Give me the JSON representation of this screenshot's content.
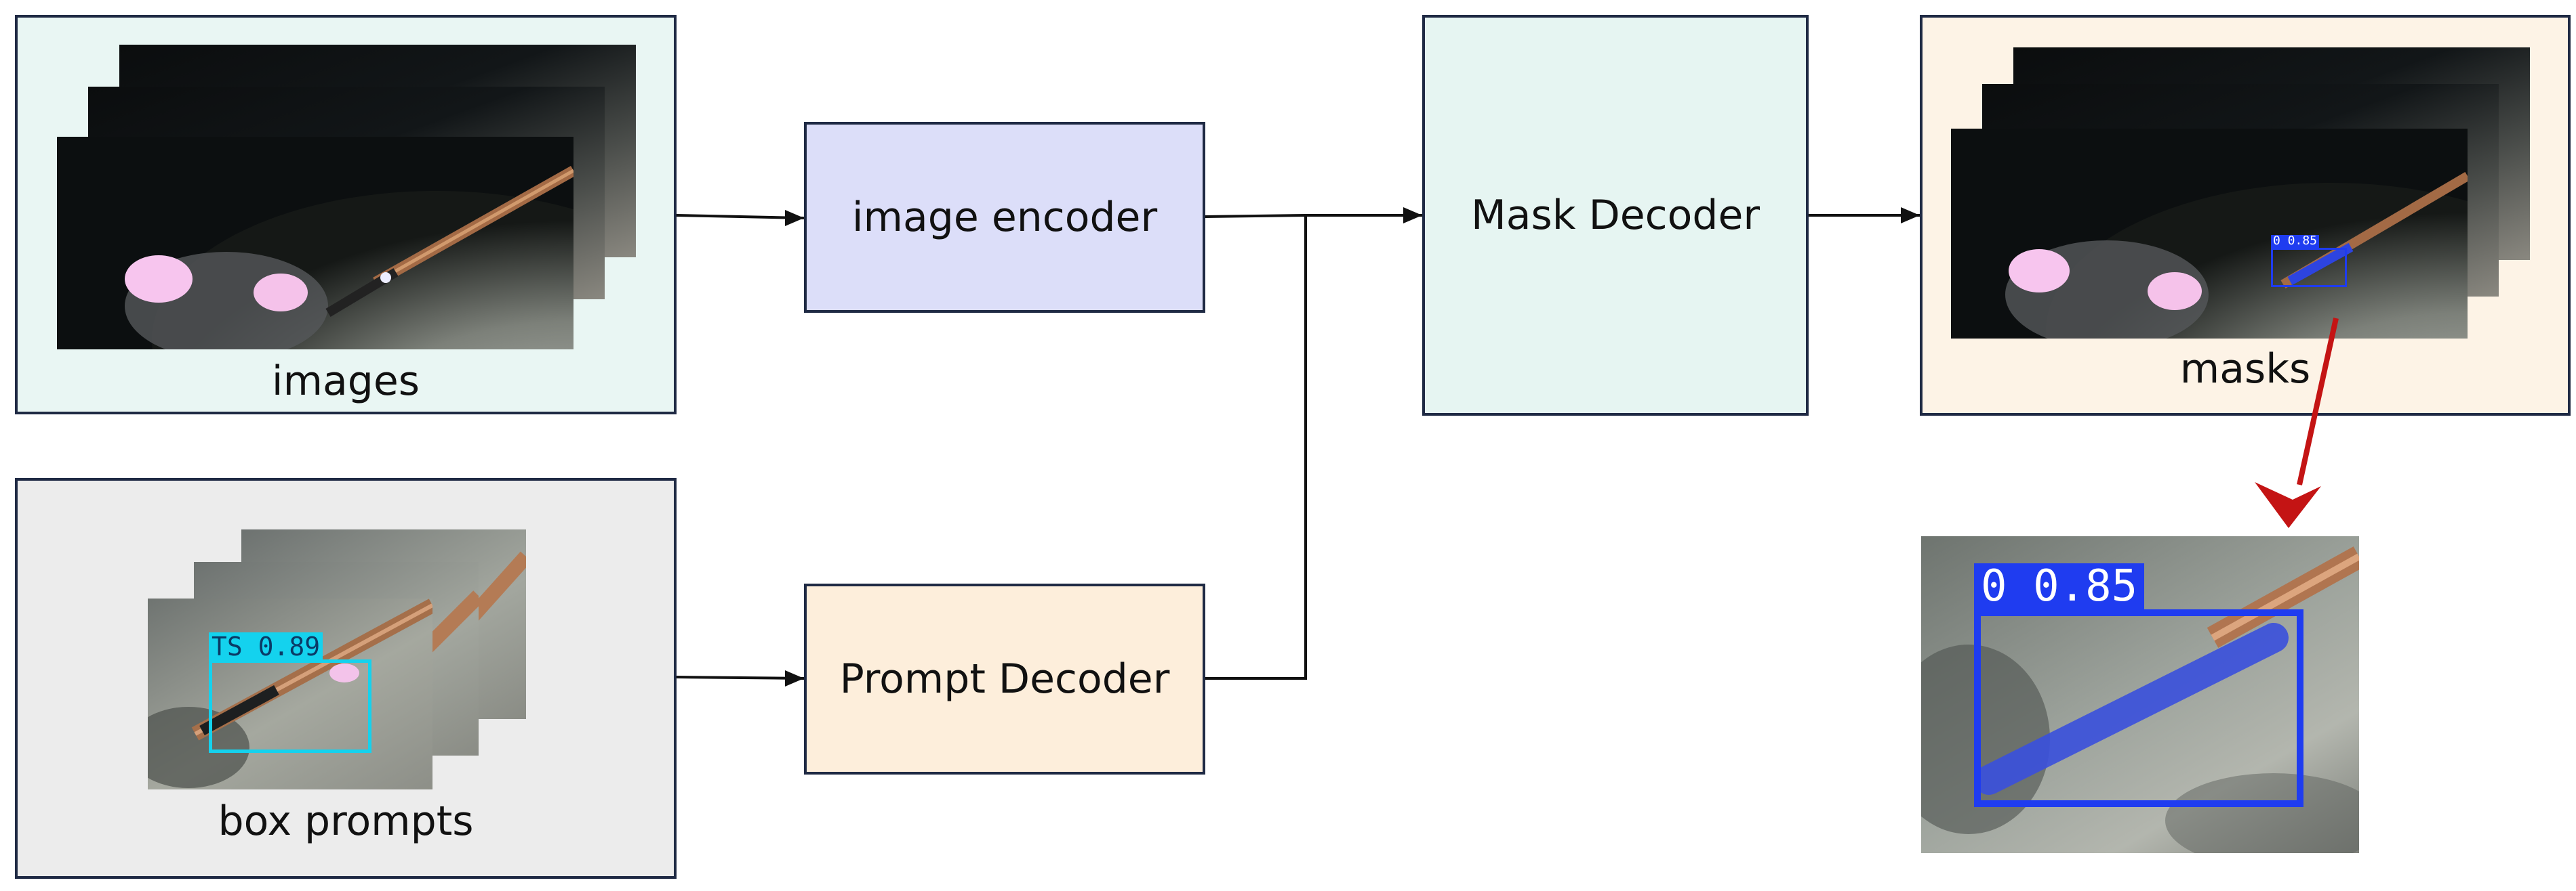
{
  "diagram": {
    "panels": {
      "images": {
        "label": "images"
      },
      "box_prompts": {
        "label": "box prompts",
        "detection_label": "TS 0.89"
      },
      "masks": {
        "label": "masks",
        "detection_label": "0 0.85"
      },
      "zoom": {
        "detection_label": "0 0.85"
      }
    },
    "blocks": {
      "image_encoder": "image encoder",
      "prompt_decoder": "Prompt Decoder",
      "mask_decoder": "Mask Decoder"
    }
  },
  "colors": {
    "images_panel_bg": "#e9f6f3",
    "box_prompts_panel_bg": "#ececec",
    "image_encoder_bg": "#dcdef9",
    "prompt_decoder_bg": "#fdeedb",
    "mask_decoder_bg": "#e6f5f2",
    "masks_panel_bg": "#fdf3e6",
    "border": "#1f2a44",
    "cyan_box": "#14d2ee",
    "blue_box": "#1f3cf0",
    "red_arrow": "#c41414"
  }
}
